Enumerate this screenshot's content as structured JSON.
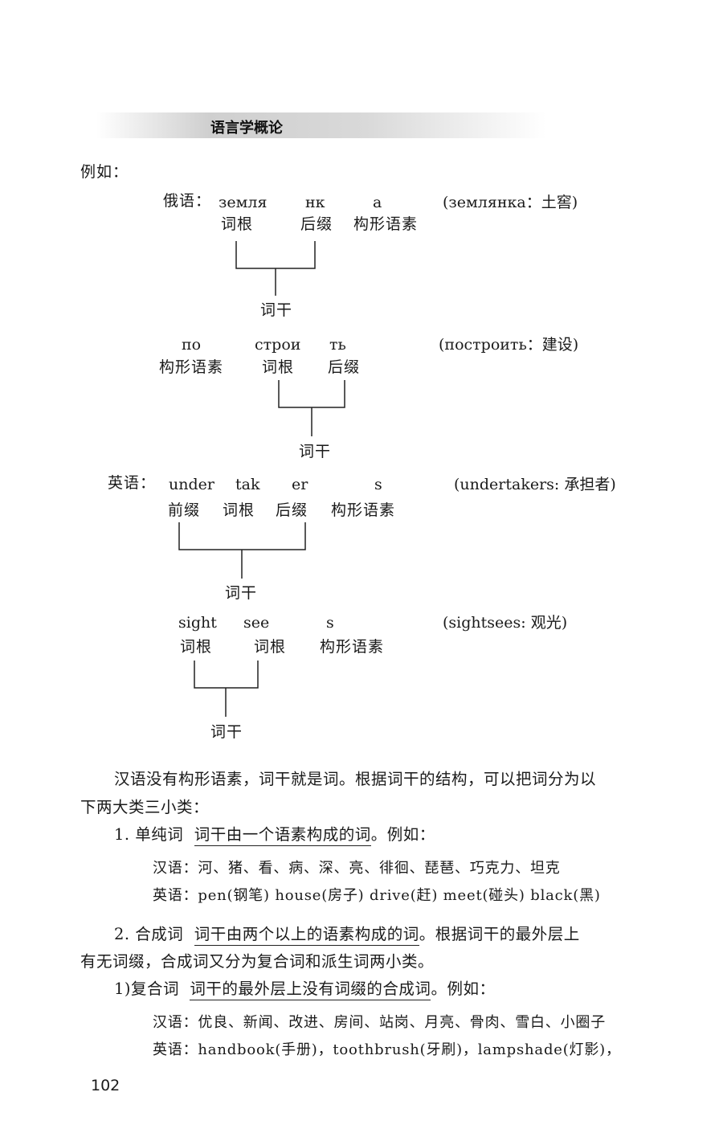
{
  "header": {
    "title": "语言学概论"
  },
  "intro": "例如：",
  "diagrams": {
    "d1": {
      "lang": "俄语：",
      "morphs": [
        "земля",
        "нк",
        "а"
      ],
      "gloss": "(землянка：土窖)",
      "labels": [
        "词根",
        "后缀",
        "构形语素"
      ],
      "stem": "词干"
    },
    "d2": {
      "morphs": [
        "по",
        "строи",
        "ть"
      ],
      "gloss": "(построить：建设)",
      "labels": [
        "构形语素",
        "词根",
        "后缀"
      ],
      "stem": "词干"
    },
    "d3": {
      "lang": "英语：",
      "morphs": [
        "under",
        "tak",
        "er",
        "s"
      ],
      "gloss": "(undertakers:  承担者)",
      "labels": [
        "前缀",
        "词根",
        "后缀",
        "构形语素"
      ],
      "stem": "词干"
    },
    "d4": {
      "morphs": [
        "sight",
        "see",
        "s"
      ],
      "gloss": "(sightsees: 观光)",
      "labels": [
        "词根",
        "词根",
        "构形语素"
      ],
      "stem": "词干"
    }
  },
  "paragraphs": {
    "p1_line1": "汉语没有构形语素，词干就是词。根据词干的结构，可以把词分为以",
    "p1_line2": "下两大类三小类：",
    "s1_num": "1. 单纯词",
    "s1_def": "词干由一个语素构成的词",
    "s1_tail": "。例如：",
    "s1_ex_cn": "汉语：河、猪、看、病、深、亮、徘徊、琵琶、巧克力、坦克",
    "s1_ex_en": "英语：pen(钢笔) house(房子) drive(赶) meet(碰头) black(黑)",
    "s2_num": "2. 合成词",
    "s2_def": "词干由两个以上的语素构成的词",
    "s2_tail": "。根据词干的最外层上",
    "s2_line2": "有无词缀，合成词又分为复合词和派生词两小类。",
    "s3_num": "1)复合词",
    "s3_def": "词干的最外层上没有词缀的合成词",
    "s3_tail": "。例如：",
    "s3_ex_cn": "汉语：优良、新闻、改进、房间、站岗、月亮、骨肉、雪白、小圈子",
    "s3_ex_en": "英语：handbook(手册)，toothbrush(牙刷)，lampshade(灯影)，"
  },
  "page_number": "102"
}
